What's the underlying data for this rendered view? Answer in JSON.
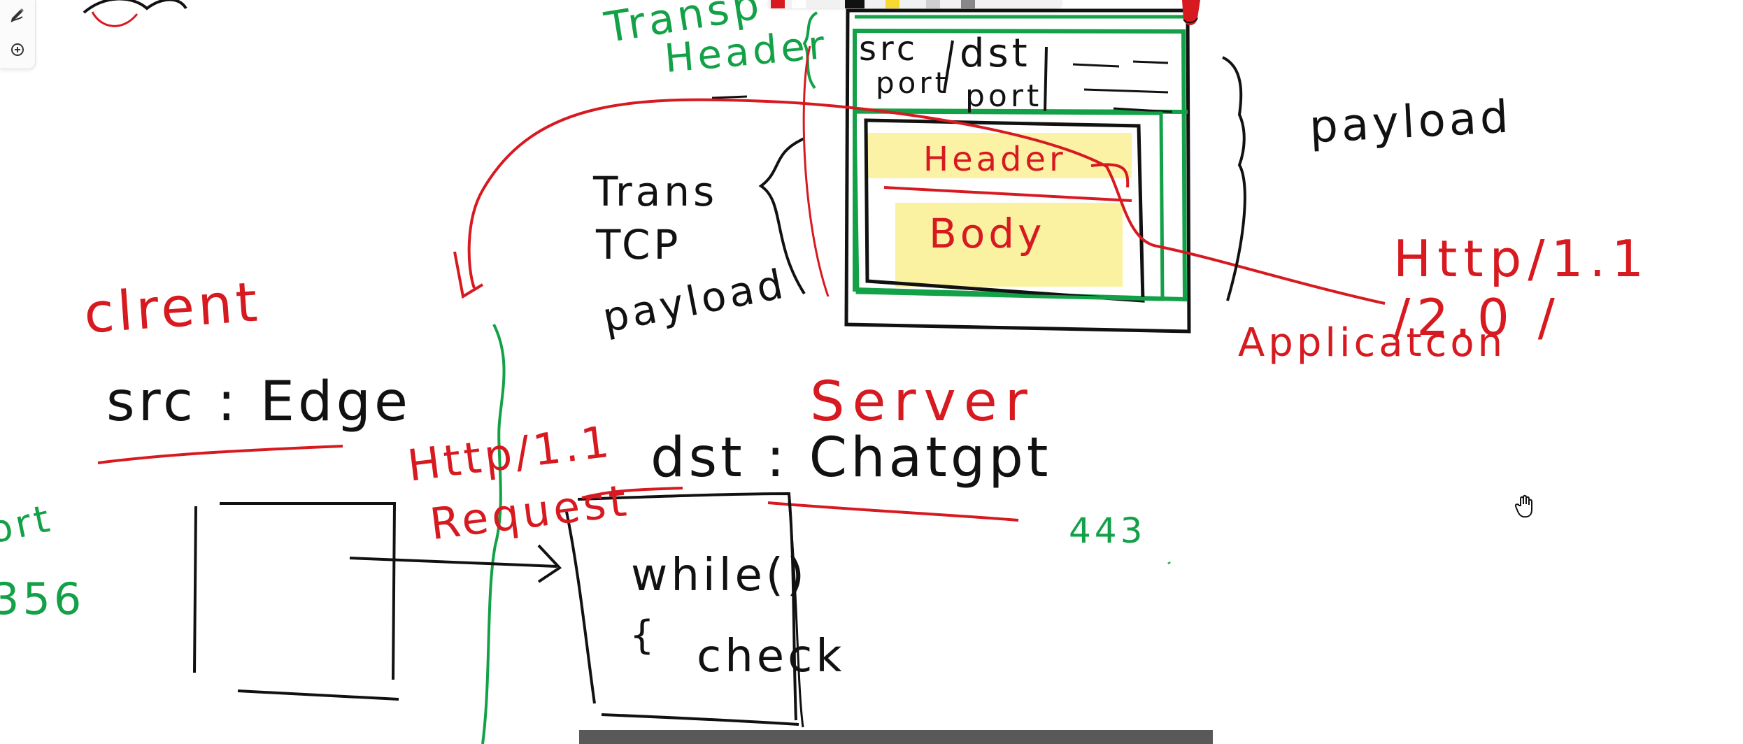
{
  "app": {
    "title": ""
  },
  "toolbar": {
    "pen_icon": "pen-icon",
    "add_icon": "plus-circle-icon"
  },
  "palette": {
    "colors": [
      "#d71920",
      "#ffffff",
      "#111111",
      "#f7d92f",
      "#cfcfcf",
      "#888888",
      "#ffffff"
    ]
  },
  "drawing": {
    "colors": {
      "red": "#d71920",
      "green": "#12a147",
      "black": "#111111",
      "highlight": "#f7e85b"
    },
    "labels": {
      "transport_top": "Transp",
      "header_top": "Header",
      "src_port_1": "src",
      "src_port_2": "port",
      "dst_port_1": "dst",
      "dst_port_2": "port",
      "payload_right": "payload",
      "trans": "Trans",
      "tcp": "TCP",
      "payload_left": "payload",
      "packet_header": "Header",
      "packet_body": "Body",
      "http_versions": "Http/1.1 /2.0 /",
      "application": "Applicatcon",
      "client": "clrent",
      "src_edge": "src : Edge",
      "server": "Server",
      "dst_chatgpt": "dst : Chatgpt",
      "http_request_1": "Http/1.1",
      "http_request_2": "Request",
      "port_left": "ort",
      "port_number": "356",
      "while": "while()",
      "brace": "{",
      "check": "check",
      "green_number": "443"
    }
  },
  "cursor": {
    "icon": "hand-pointer-icon"
  },
  "caption": {
    "text": ""
  }
}
